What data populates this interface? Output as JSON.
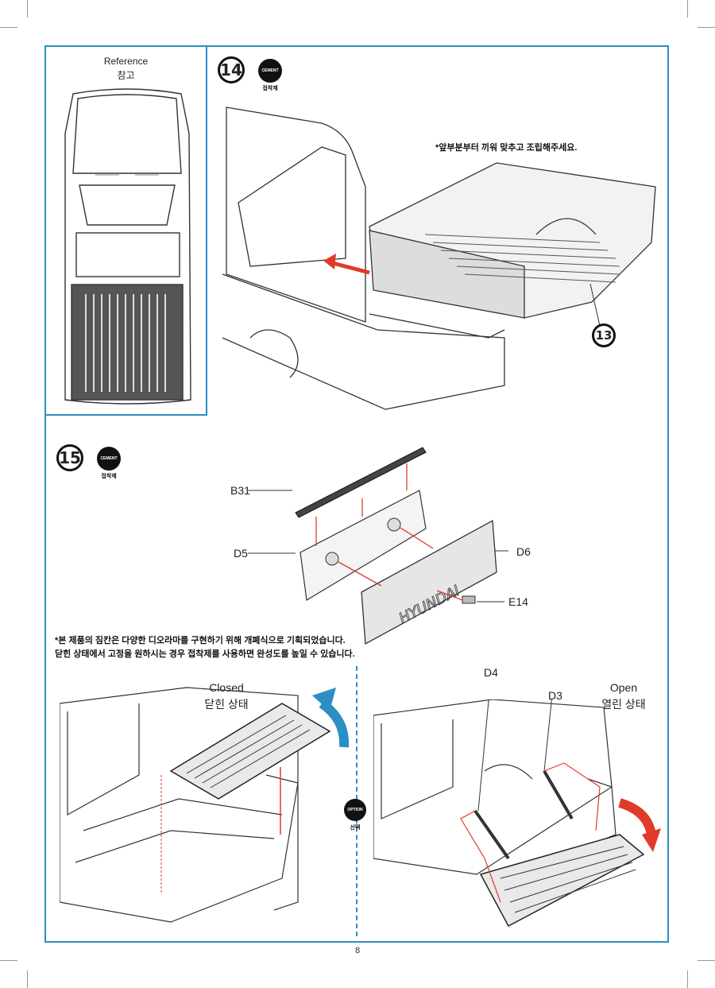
{
  "reference": {
    "title_en": "Reference",
    "title_ko": "참고"
  },
  "step14": {
    "number": "14",
    "badge": "CEMENT",
    "badge_caption": "접착제",
    "instruction": "*앞부분부터 끼워 맞추고 조립해주세요.",
    "part_callout": "13"
  },
  "step15": {
    "number": "15",
    "badge": "CEMENT",
    "badge_caption": "접착제",
    "parts": {
      "b31": "B31",
      "d5": "D5",
      "d6": "D6",
      "e14": "E14"
    },
    "tailgate_text": "HYUNDAI",
    "note_line1": "*본 제품의 짐칸은 다양한 디오라마를 구현하기 위해 개폐식으로 기획되었습니다.",
    "note_line2": "닫힌 상태에서 고정을 원하시는 경우 접착제를 사용하면 완성도를 높일 수 있습니다."
  },
  "closed": {
    "en": "Closed",
    "ko": "닫힌 상태"
  },
  "open": {
    "en": "Open",
    "ko": "열린 상태",
    "d4": "D4",
    "d3": "D3"
  },
  "option": {
    "badge": "OPTION",
    "caption": "선택"
  },
  "page": {
    "number": "8"
  },
  "colors": {
    "frame": "#2b8fc4",
    "arrow_red": "#e03a2a",
    "arrow_blue": "#2b8fc4"
  }
}
